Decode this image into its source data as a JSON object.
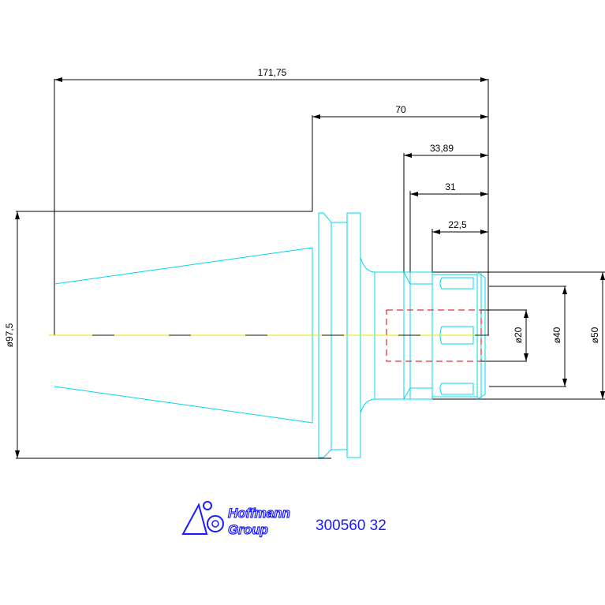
{
  "dimensions": {
    "overall_length": "171,75",
    "flange_to_end": "70",
    "d1": "33,89",
    "d2": "31",
    "d3": "22,5",
    "dia_flange": "ø97,5",
    "dia_bore": "ø20",
    "dia_collet": "ø40",
    "dia_nose": "ø50"
  },
  "logo": {
    "line1": "Hoffmann",
    "line2": "Group"
  },
  "part_number": "300560 32",
  "colors": {
    "outline": "#00d8e8",
    "centerline": "#e6e600",
    "hidden": "#e00000",
    "dimension": "#000000",
    "brand": "#1a1aff"
  }
}
